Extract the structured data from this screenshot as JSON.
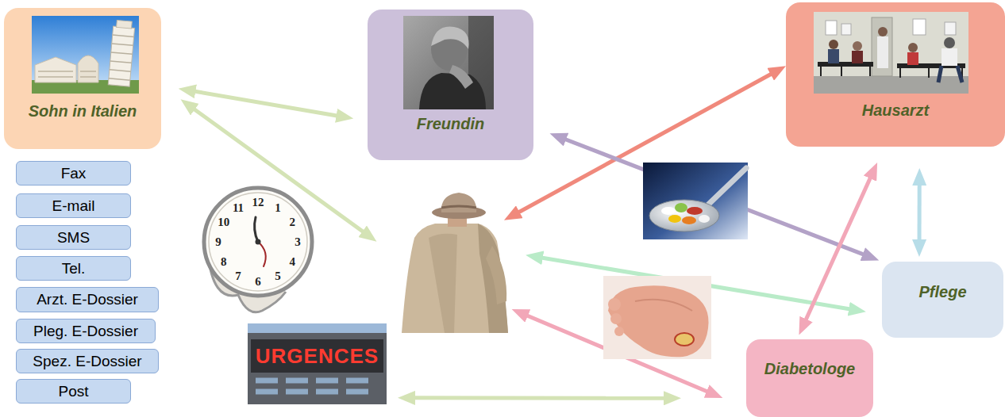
{
  "diagram": {
    "nodes": [
      {
        "text": [
          "Sohn in Italien"
        ]
      },
      {
        "text": [
          "Freundin"
        ]
      },
      {
        "text": [
          "Hausarzt"
        ]
      },
      {
        "text": [
          "Fax"
        ]
      },
      {
        "text": [
          "E-mail"
        ]
      },
      {
        "text": [
          "SMS"
        ]
      },
      {
        "text": [
          "Tel."
        ]
      },
      {
        "text": [
          "Arzt. E-Dossier"
        ]
      },
      {
        "text": [
          "Pleg. E-Dossier"
        ]
      },
      {
        "text": [
          "Spez. E-Dossier"
        ]
      },
      {
        "text": [
          "Post"
        ]
      },
      {
        "text": [
          "Pflege"
        ]
      },
      {
        "text": [
          "Diabetologe"
        ]
      },
      {
        "text": [
          "URGENCES"
        ]
      }
    ],
    "edges": [
      {
        "from": 0,
        "to": 1,
        "arrow": "both"
      },
      {
        "from": 1,
        "to": 11,
        "arrow": "both"
      },
      {
        "from": 2,
        "to": 11,
        "arrow": "both"
      },
      {
        "from": 12,
        "to": 2,
        "arrow": "both"
      },
      {
        "from": 13,
        "to": 12,
        "arrow": "both"
      }
    ],
    "labels": [
      "12",
      "1",
      "2",
      "3",
      "4",
      "5",
      "6",
      "7",
      "8",
      "9",
      "10",
      "11"
    ]
  }
}
